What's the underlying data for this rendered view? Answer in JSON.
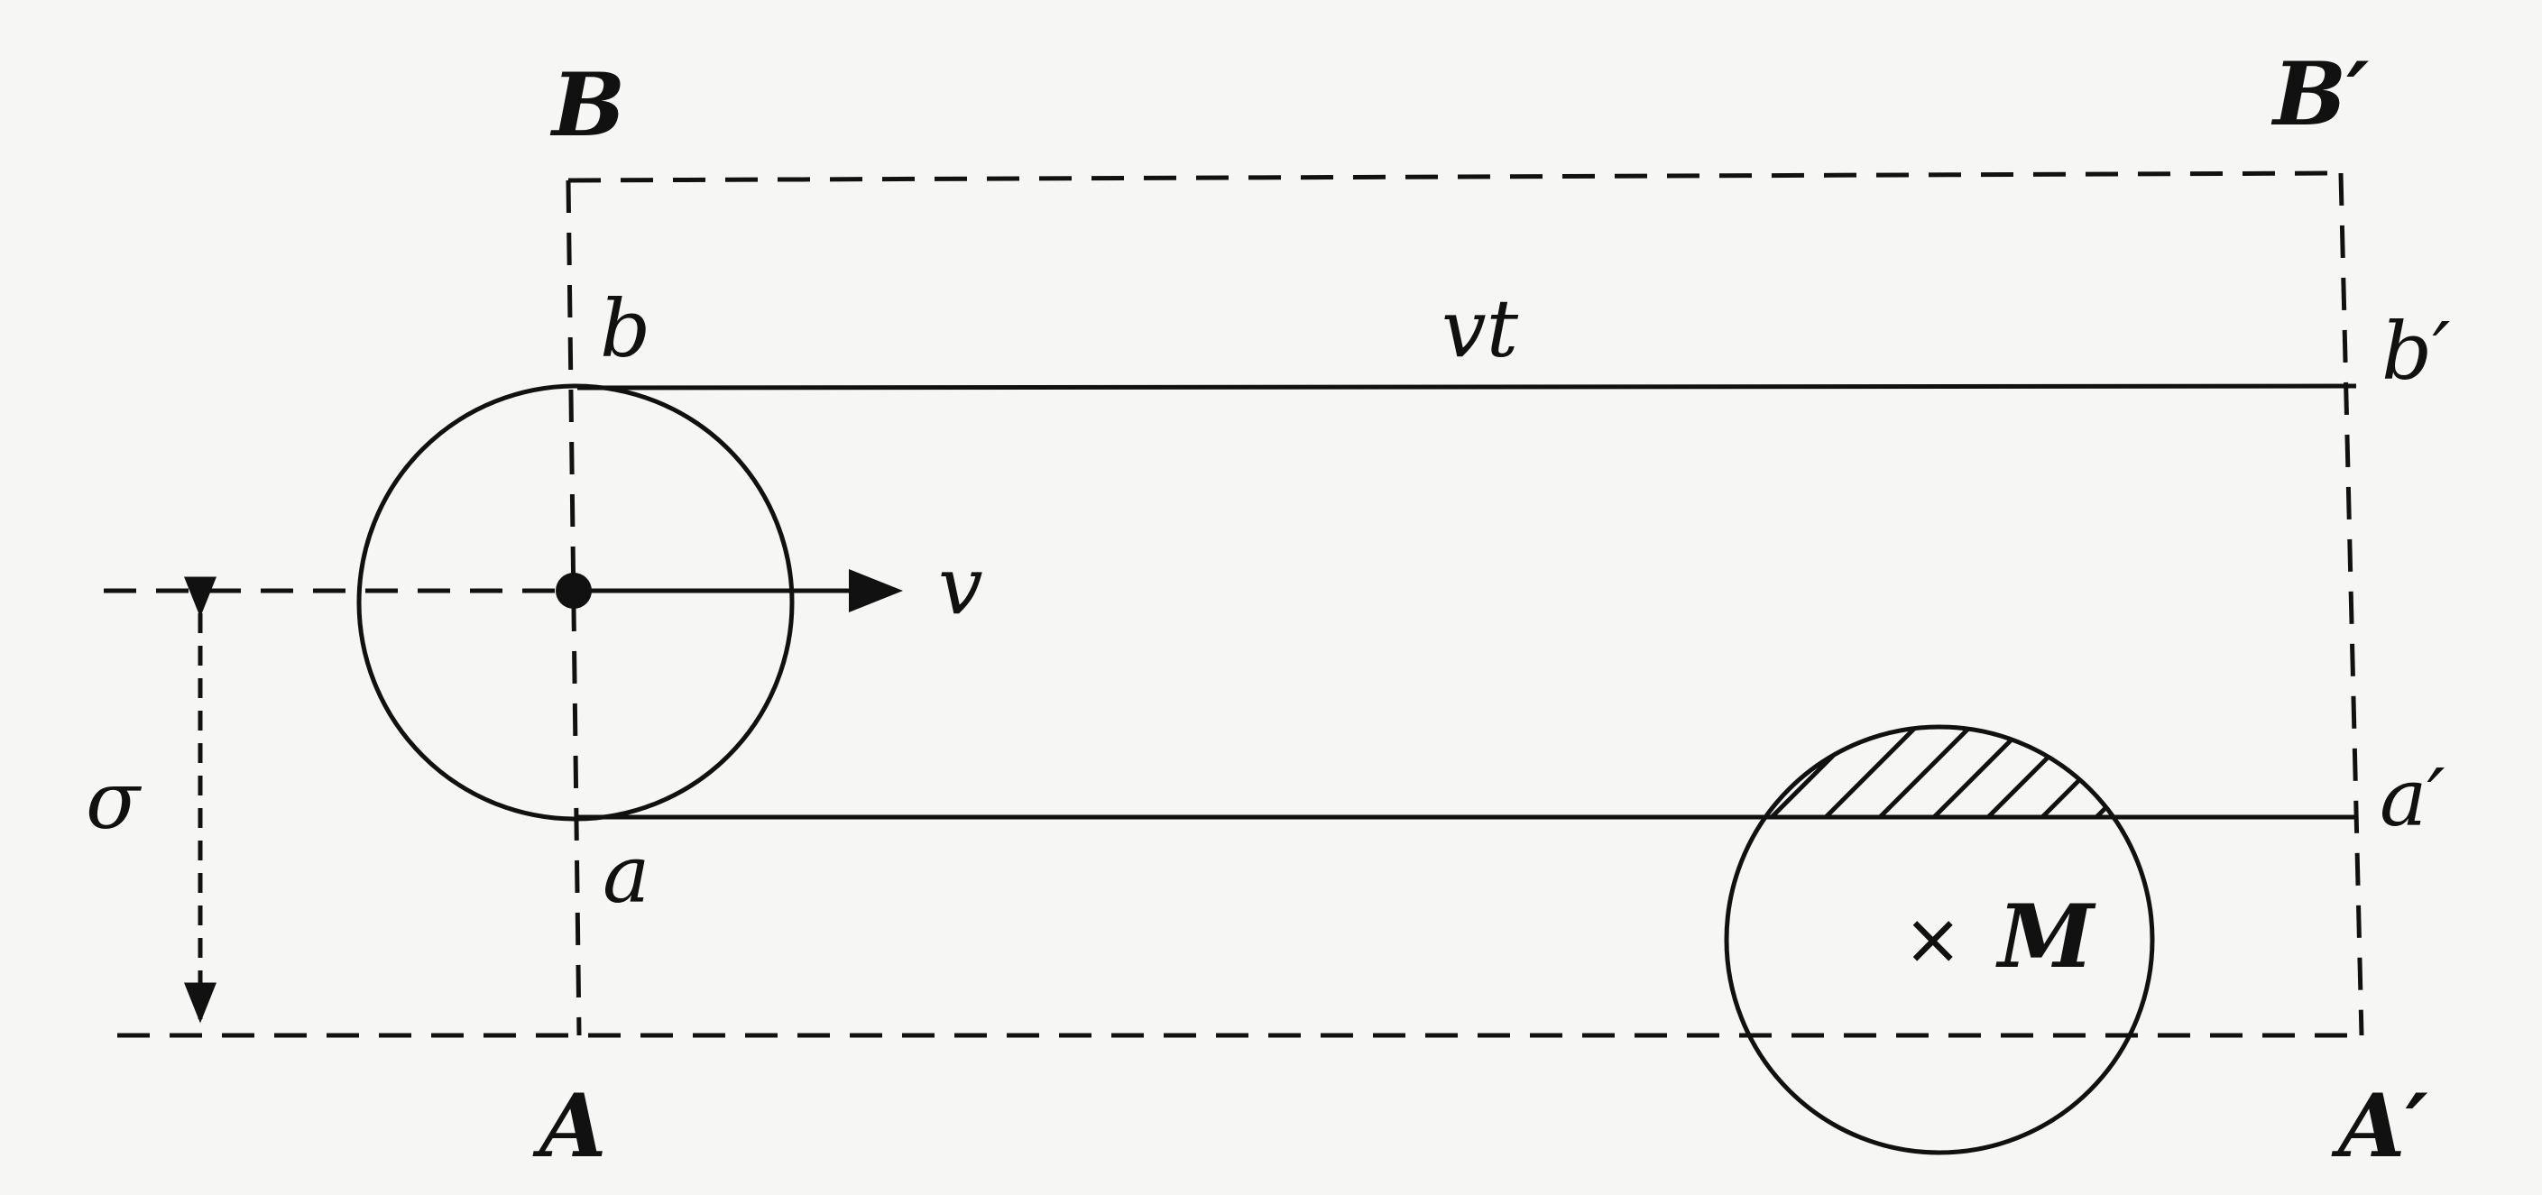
{
  "labels": {
    "B": "B",
    "B_prime": "B′",
    "A": "A",
    "A_prime": "A′",
    "b": "b",
    "b_prime": "b′",
    "a": "a",
    "a_prime": "a′",
    "vt": "vt",
    "v": "v",
    "sigma": "σ",
    "M": "M",
    "cross": "×"
  }
}
